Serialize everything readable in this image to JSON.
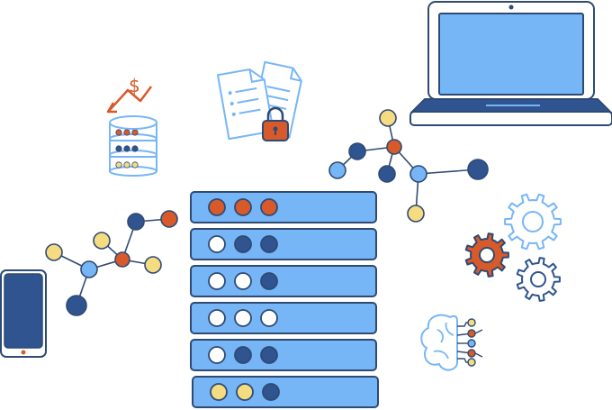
{
  "illustration": {
    "dollar_symbol": "$"
  },
  "colors": {
    "stroke_dark": "#2f4a73",
    "fill_blue": "#76b6f7",
    "fill_light_blue": "#a9d3fb",
    "navy": "#2f5490",
    "orange": "#d85a2b",
    "yellow": "#f5dc80",
    "white": "#ffffff"
  },
  "server_rack": {
    "units": [
      {
        "lights": [
          "orange",
          "orange",
          "orange"
        ]
      },
      {
        "lights": [
          "white",
          "navy",
          "navy"
        ]
      },
      {
        "lights": [
          "white",
          "white",
          "navy"
        ]
      },
      {
        "lights": [
          "white",
          "white",
          "white"
        ]
      },
      {
        "lights": [
          "white",
          "navy",
          "navy"
        ]
      },
      {
        "lights": [
          "yellow",
          "yellow",
          "navy"
        ]
      }
    ]
  },
  "database": {
    "disk_lights": [
      [
        "orange",
        "orange",
        "orange"
      ],
      [
        "navy",
        "navy",
        "navy"
      ],
      [
        "yellow",
        "yellow",
        "yellow"
      ]
    ]
  }
}
